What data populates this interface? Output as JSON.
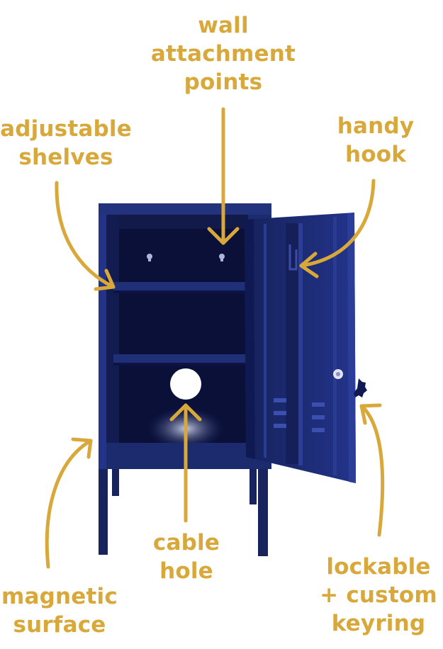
{
  "colors": {
    "accent": "#d8a93a",
    "locker_navy": "#1c2b6e",
    "locker_shadow": "#0a1038",
    "background": "#ffffff"
  },
  "labels": {
    "wall_attachment": {
      "lines": [
        "wall",
        "attachment",
        "points"
      ]
    },
    "adjustable_shelves": {
      "lines": [
        "adjustable",
        "shelves"
      ]
    },
    "handy_hook": {
      "lines": [
        "handy",
        "hook"
      ]
    },
    "cable_hole": {
      "lines": [
        "cable",
        "hole"
      ]
    },
    "magnetic_surface": {
      "lines": [
        "magnetic",
        "surface"
      ]
    },
    "lockable": {
      "lines": [
        "lockable",
        "+ custom",
        "keyring"
      ]
    }
  }
}
